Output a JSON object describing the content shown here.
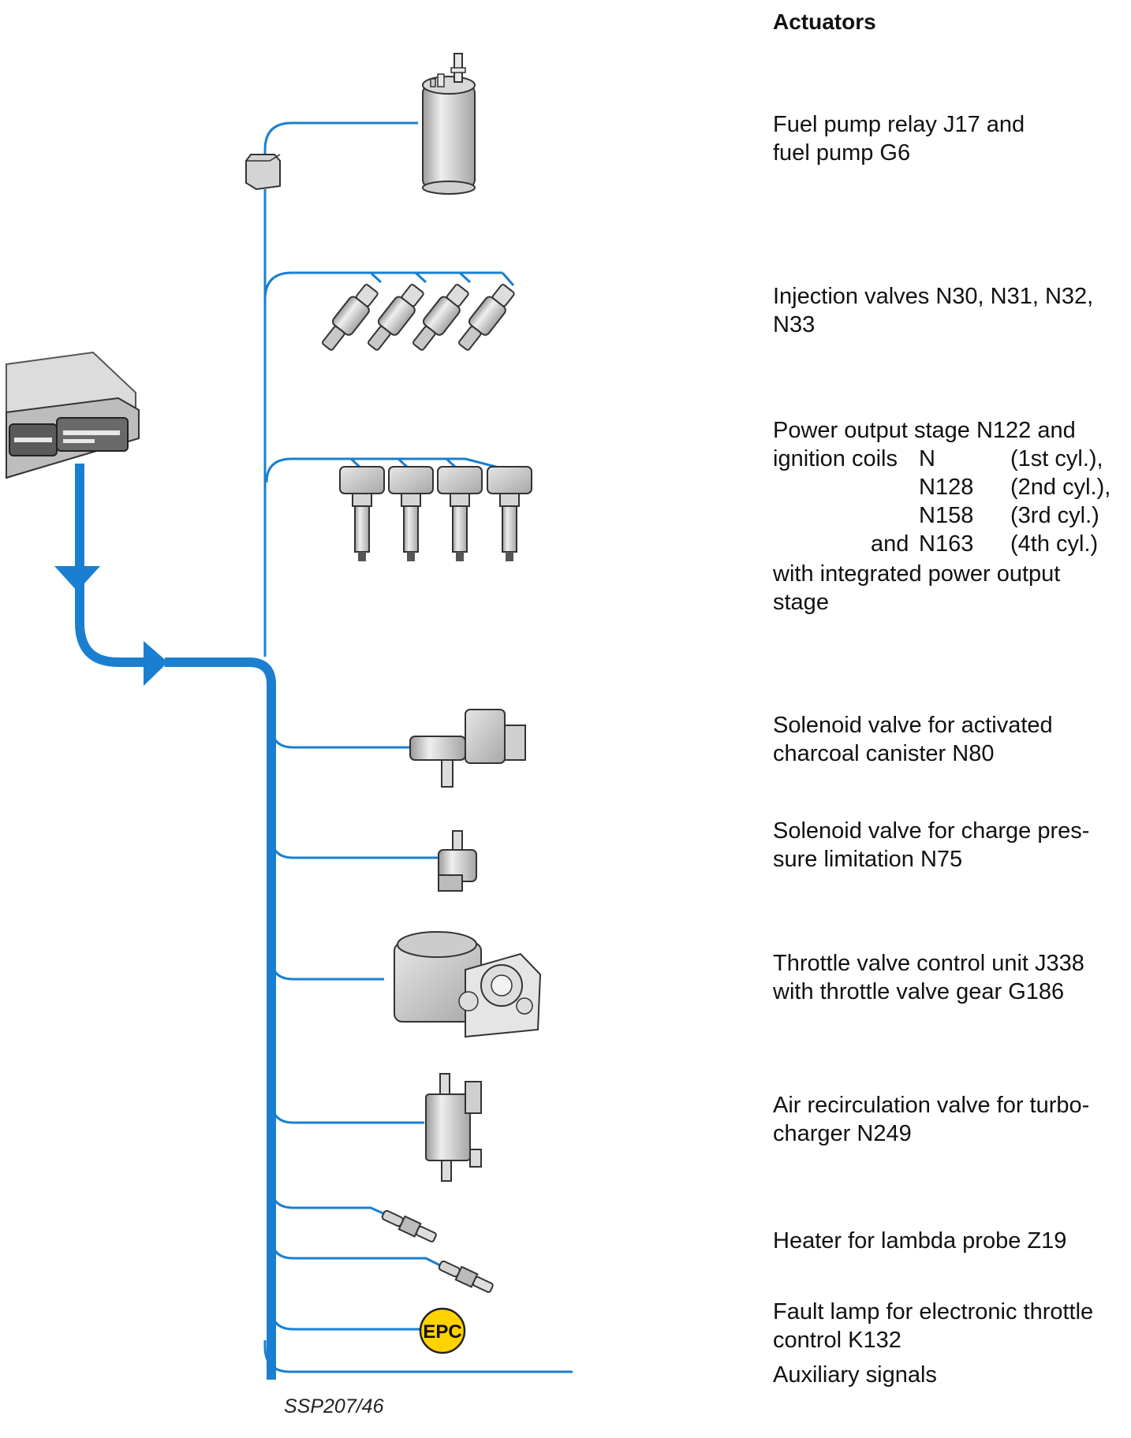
{
  "heading": "Actuators",
  "actuators": {
    "fuel_pump": [
      "Fuel pump relay J17 and",
      "fuel pump G6"
    ],
    "injection": [
      "Injection valves N30, N31, N32,",
      "N33"
    ],
    "ignition": {
      "line1": "Power output stage N122 and",
      "coils_prefix": "ignition coils",
      "rows": [
        {
          "pre": "",
          "code": "N",
          "cyl": "(1st cyl.),"
        },
        {
          "pre": "",
          "code": "N128",
          "cyl": "(2nd cyl.),"
        },
        {
          "pre": "",
          "code": "N158",
          "cyl": "(3rd cyl.)"
        },
        {
          "pre": "and",
          "code": "N163",
          "cyl": "(4th cyl.)"
        }
      ],
      "tail": [
        "with integrated power output",
        "stage"
      ]
    },
    "charcoal": [
      "Solenoid valve for activated",
      "charcoal canister N80"
    ],
    "charge": [
      "Solenoid valve for charge pres-",
      "sure limitation N75"
    ],
    "throttle": [
      "Throttle valve control unit J338",
      "with throttle valve gear G186"
    ],
    "recirc": [
      "Air recirculation valve for turbo-",
      "charger N249"
    ],
    "lambda": [
      "Heater for lambda probe Z19"
    ],
    "fault": [
      "Fault lamp for electronic throttle",
      "control K132"
    ],
    "aux": [
      "Auxiliary signals"
    ]
  },
  "epc_label": "EPC",
  "caption": "SSP207/46",
  "colors": {
    "wire": "#1a7fd0",
    "lamp": "#ffd200",
    "part": "#d9d9d9"
  }
}
